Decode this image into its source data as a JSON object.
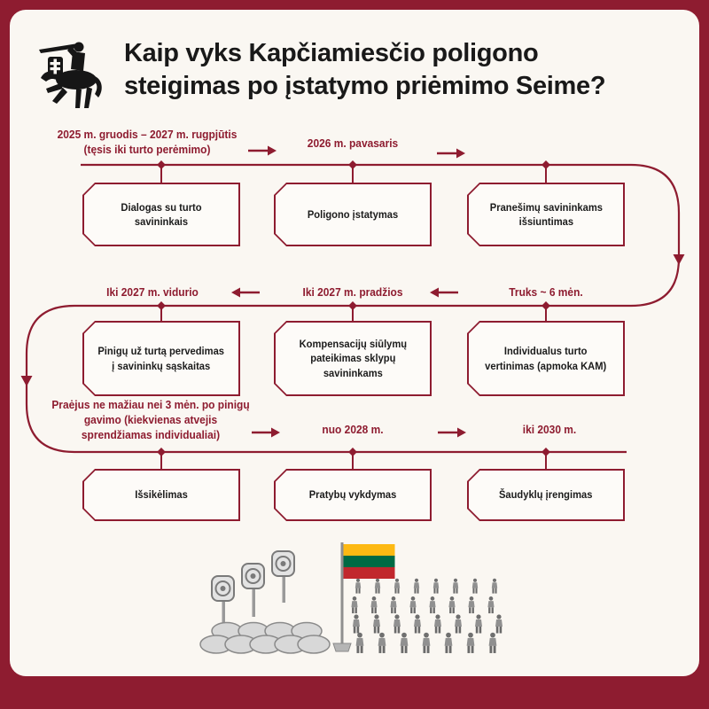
{
  "frame": {
    "background": "#8E1C30",
    "panel_background": "#FAF7F2"
  },
  "accent_color": "#8E1C30",
  "header": {
    "title": "Kaip vyks Kapčiamiesčio poligono\nsteigimas po įstatymo priėmimo Seime?"
  },
  "timeline": {
    "row1": {
      "label1": "2025 m. gruodis – 2027 m. rugpjūtis\n(tęsis iki turto perėmimo)",
      "label2": "2026 m. pavasaris",
      "boxes": [
        "Dialogas su turto\nsavininkais",
        "Poligono įstatymas",
        "Pranešimų savininkams\nišsiuntimas"
      ]
    },
    "row2": {
      "label1": "Iki 2027 m. vidurio",
      "label2": "Iki 2027 m. pradžios",
      "label3": "Truks ~ 6 mėn.",
      "boxes": [
        "Pinigų už turtą pervedimas\nį savininkų sąskaitas",
        "Kompensacijų siūlymų\npateikimas sklypų\nsavininkams",
        "Individualus turto\nvertinimas (apmoka KAM)"
      ]
    },
    "row3": {
      "label1": "Praėjus ne mažiau nei 3 mėn. po pinigų\ngavimo (kiekvienas atvejis\nsprendžiamas individualiai)",
      "label2": "nuo 2028 m.",
      "label3": "iki 2030 m.",
      "boxes": [
        "Išsikėlimas",
        "Pratybų vykdymas",
        "Šaudyklų įrengimas"
      ]
    }
  },
  "illustration": {
    "flag_colors": [
      "#FDB913",
      "#006A44",
      "#C1272D"
    ]
  }
}
